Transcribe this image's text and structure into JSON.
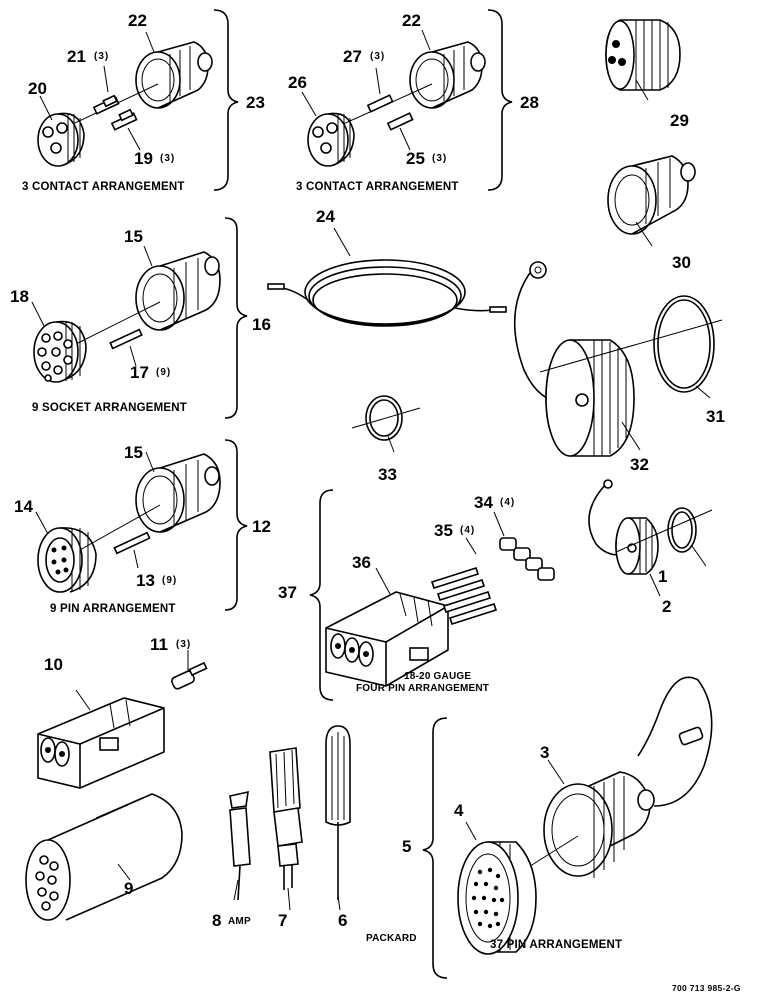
{
  "labels": {
    "n1": "1",
    "n2": "2",
    "n3": "3",
    "n4": "4",
    "n5": "5",
    "n6": "6",
    "n7": "7",
    "n8": "8",
    "n9": "9",
    "n10": "10",
    "n11": "11",
    "n12": "12",
    "n13": "13",
    "n14": "14",
    "n15a": "15",
    "n15b": "15",
    "n16": "16",
    "n17": "17",
    "n18": "18",
    "n19": "19",
    "n20": "20",
    "n21": "21",
    "n22a": "22",
    "n22b": "22",
    "n23": "23",
    "n24": "24",
    "n25": "25",
    "n26": "26",
    "n27": "27",
    "n28": "28",
    "n29": "29",
    "n30": "30",
    "n31": "31",
    "n32": "32",
    "n33": "33",
    "n34": "34",
    "n35": "35",
    "n36": "36",
    "n37": "37"
  },
  "quantities": {
    "q21": "(3)",
    "q19": "(3)",
    "q27": "(3)",
    "q25": "(3)",
    "q17": "(9)",
    "q13": "(9)",
    "q34": "(4)",
    "q35": "(4)",
    "q11": "(3)"
  },
  "captions": {
    "c3a": "3 CONTACT ARRANGEMENT",
    "c3b": "3 CONTACT ARRANGEMENT",
    "c9socket": "9 SOCKET ARRANGEMENT",
    "c9pin": "9 PIN ARRANGEMENT",
    "c4pin_line1": "18-20 GAUGE",
    "c4pin_line2": "FOUR PIN ARRANGEMENT",
    "c37pin": "37 PIN ARRANGEMENT",
    "amp": "AMP",
    "packard": "PACKARD"
  },
  "drawing_code": "700 713 985-2-G"
}
